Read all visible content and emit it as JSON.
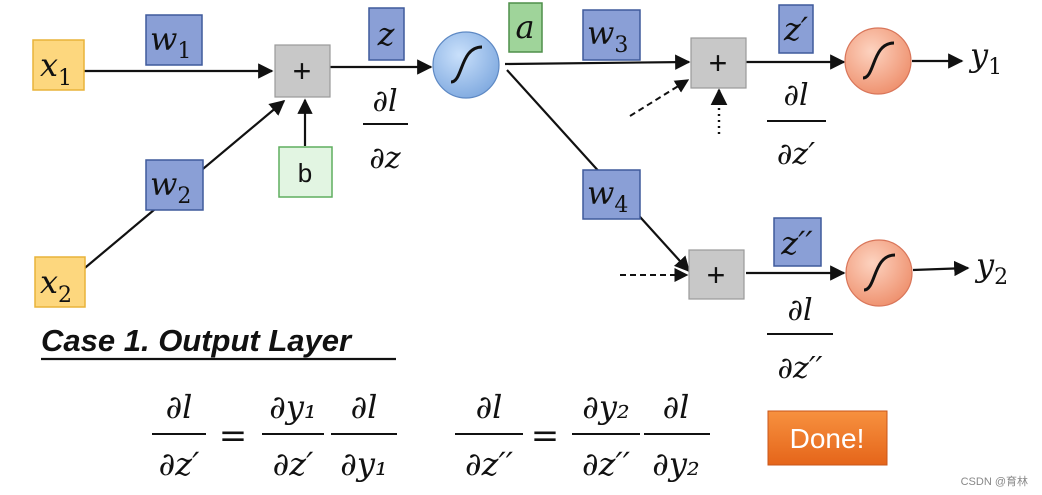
{
  "inputs": {
    "x1": {
      "base": "x",
      "sub": "1"
    },
    "x2": {
      "base": "x",
      "sub": "2"
    }
  },
  "weights": {
    "w1": {
      "base": "w",
      "sub": "1"
    },
    "w2": {
      "base": "w",
      "sub": "2"
    },
    "w3": {
      "base": "w",
      "sub": "3"
    },
    "w4": {
      "base": "w",
      "sub": "4"
    }
  },
  "sum_symbol": "+",
  "bias_label": "b",
  "z_label": "z",
  "a_label": "a",
  "z_prime_label": "z′",
  "z_double_prime_label": "z′′",
  "outputs": {
    "y1": {
      "base": "y",
      "sub": "1"
    },
    "y2": {
      "base": "y",
      "sub": "2"
    }
  },
  "partials": {
    "dl_dz": {
      "num": "∂l",
      "den": "∂z"
    },
    "dl_dzp": {
      "num": "∂l",
      "den": "∂z′"
    },
    "dl_dzpp": {
      "num": "∂l",
      "den": "∂z′′"
    }
  },
  "case_heading": "Case 1. Output Layer",
  "equations": {
    "eq1": {
      "lhs": {
        "num": "∂l",
        "den": "∂z′"
      },
      "eq": "=",
      "rhs1": {
        "num": "∂y₁",
        "den": "∂z′"
      },
      "rhs2": {
        "num": "∂l",
        "den": "∂y₁"
      }
    },
    "eq2": {
      "lhs": {
        "num": "∂l",
        "den": "∂z′′"
      },
      "eq": "=",
      "rhs1": {
        "num": "∂y₂",
        "den": "∂z′′"
      },
      "rhs2": {
        "num": "∂l",
        "den": "∂y₂"
      }
    }
  },
  "done_button": "Done!",
  "watermark": "CSDN @育林",
  "colors": {
    "input_fill": "#fdd77e",
    "input_stroke": "#e8b33a",
    "weight_fill": "#8a9fd6",
    "weight_stroke": "#3f5a9c",
    "sum_fill": "#c8c8c8",
    "bias_fill": "#e2f5e2",
    "a_fill": "#9fd49a",
    "sigmoid_blue": "#8fb7e6",
    "sigmoid_orange": "#f4a88a",
    "done_fill": "#f07a2a"
  }
}
